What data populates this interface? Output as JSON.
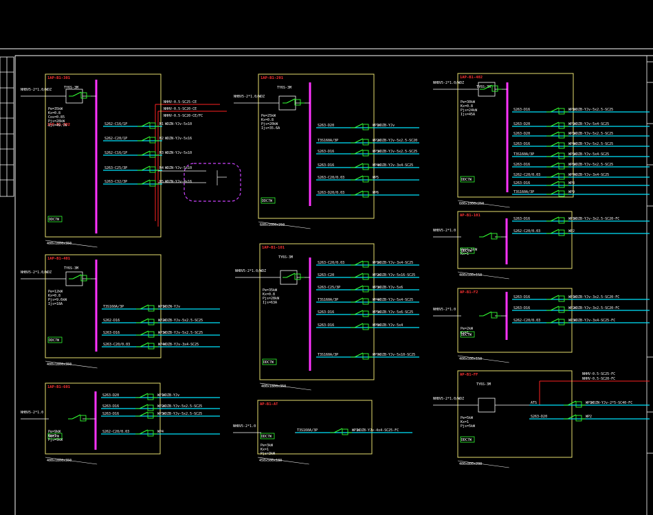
{
  "colors": {
    "background": "#000000",
    "frame": "#ffffff",
    "panel_border": "#e8e070",
    "busbar": "#ff33ff",
    "feeder": "#00e5ff",
    "breaker": "#33ff33",
    "text": "#ffffff",
    "panel_label": "#ff3333",
    "red_wire": "#ff2222",
    "dashed_loop": "#cc44ff"
  },
  "panels": [
    {
      "id": "p1",
      "label": "1AP-B1-301",
      "incoming_cable": "NHBV5-2*1.0/WDZ",
      "incoming_device": "TY6S-3M",
      "sub_label": "2AP-B1-302",
      "meter_label": "DDC7W",
      "notes": [
        "Pe=35kW",
        "Kx=0.8",
        "Cos=0.85",
        "Pjs=28kW",
        "Ijs=49.7A"
      ],
      "bottom_label": "400x1800x350",
      "feeders": [
        "S262-C16/1P",
        "S262-C20/1P",
        "S262-C16/1P",
        "S263-C25/3P",
        "S263-C32/3P"
      ],
      "cables": [
        "WDZN-YJv-5x10",
        "WDZN-YJv-5x16",
        "WDZN-YJv-5x10",
        "WDZN-YJv-5x10",
        "WDZN-YJv-4x16"
      ],
      "loads": [
        "N1",
        "N2",
        "N3",
        "N4",
        "N5"
      ]
    },
    {
      "id": "p2",
      "label": "1AP-B1-201",
      "incoming_cable": "NHBV5-2*1.0/WDZ",
      "incoming_device": "TY6S-3M",
      "meter_label": "DDC7W",
      "notes": [
        "Pe=25kW",
        "Kx=0.8",
        "Pjs=20kW",
        "Ijs=35.6A"
      ],
      "bottom_label": "600x1000x250",
      "feeders": [
        "S263-D20",
        "T3S160A/3P",
        "S263-D16",
        "S263-D16",
        "S263-C20/0.03",
        "S263-D20/0.03"
      ],
      "cables": [
        "WDZB-YJv",
        "WDZB-YJv-5x2.5-SC20",
        "WDZB-YJv-5x2.5-SC25",
        "WDZB-YJv-3x4-SC25",
        "",
        ""
      ],
      "loads": [
        "WP1",
        "WP2",
        "WP3",
        "WP4",
        "WP5",
        "WP6"
      ]
    },
    {
      "id": "p3",
      "label": "1AP-B1-101",
      "incoming_cable": "NHBV5-2*1.0/WDZ",
      "incoming_device": "TY6S-3M",
      "meter_label": "DDC7W",
      "notes": [
        "Pe=35kW",
        "Kx=0.8",
        "Pjs=28kW",
        "Ijs=63A"
      ],
      "bottom_label": "400x1800x350",
      "feeders": [
        "S263-C20/0.03",
        "S263-C20",
        "S263-C25/3P",
        "T3S160A/3P",
        "S263-D16",
        "S263-D16",
        "T3S160A/3P"
      ],
      "cables": [
        "WDZB-YJv-3x4-SC25",
        "WDZB-YJv-5x16-SC25",
        "WDZB-YJv-5x6",
        "WDZB-YJv-5x4-SC25",
        "WDZB-YJv-5x6-SC25",
        "WDZB-YJv-5x4",
        "WDZB-YJv-5x10-SC25"
      ],
      "loads": [
        "WP1",
        "WP2",
        "WP3",
        "WP4",
        "WP5",
        "WP6",
        "WP7"
      ]
    },
    {
      "id": "p4",
      "label": "1AP-B1-401",
      "incoming_cable": "NHBV5-2*1.0/WDZ",
      "incoming_device": "TY6S-3M",
      "meter_label": "DDC7W",
      "notes": [
        "Pe=12kW",
        "Kx=0.8",
        "Pjs=9.6kW",
        "Ijs=18A"
      ],
      "bottom_label": "400x1800x350",
      "feeders": [
        "T3S160A/3P",
        "S262-D16",
        "S263-D16",
        "S263-C20/0.03"
      ],
      "cables": [
        "WDZN-YJv",
        "WDZB-YJv-5x2.5-SC25",
        "WDZB-YJv-5x2.5-SC25",
        "WDZB-YJv-3x4-SC25"
      ],
      "loads": [
        "WP1",
        "WP2",
        "WP3",
        "WP4"
      ]
    },
    {
      "id": "p5",
      "label": "1AP-B1-402",
      "incoming_cable": "NHBV5-2*1.0/WDZ",
      "incoming_device": "TY6S-3M",
      "meter_label": "DDC7W",
      "notes": [
        "Pe=30kW",
        "Kx=0.8",
        "Pjs=24kW",
        "Ijs=45A"
      ],
      "bottom_label": "600x1000x250",
      "feeders": [
        "S263-D16",
        "S263-D20",
        "S263-D20",
        "S263-D16",
        "T3S160A/3P",
        "S263-D16",
        "S262-C20/0.03",
        "S263-D16",
        "T3S160A/3P"
      ],
      "cables": [
        "WDZB-YJv-5x2.5-SC25",
        "WDZB-YJv-5x4-SC25",
        "WDZB-YJv-5x2.5-SC25",
        "WDZB-YJv-5x2.5-SC25",
        "WDZB-YJv-5x4-SC25",
        "WDZB-YJv-5x2.5-SC25",
        "WDZB-YJv-3x4-SC25",
        "",
        ""
      ],
      "loads": [
        "WP1",
        "WP2",
        "WP3",
        "WP4",
        "WP5",
        "WP6",
        "WP7",
        "WP8",
        "WP9"
      ]
    },
    {
      "id": "p6",
      "label": "1AP-B1-601",
      "incoming_cable": "NHBV5-2*1.0",
      "meter_label": "DDC7W",
      "notes": [
        "Pe=9kW",
        "Kx=1",
        "Pjs=9kW"
      ],
      "bottom_label": "400x1800x350",
      "feeders": [
        "S263-D20",
        "S263-D16",
        "S263-D16",
        "S262-C20/0.03"
      ],
      "cables": [
        "WDZB-YJv",
        "WDZB-YJv-5x2.5-SC25",
        "WDZB-YJv-5x2.5-SC25",
        ""
      ],
      "loads": [
        "WP1",
        "WP2",
        "WP3",
        "WP4"
      ]
    },
    {
      "id": "p7",
      "label": "AP-B1-AT",
      "incoming_cable": "NHBV5-2*1.0",
      "meter_label": "DDC7W",
      "notes": [
        "Pe=3kW",
        "Kx=1",
        "Pjs=3kW"
      ],
      "bottom_label": "450x500x180",
      "feeders": [
        "T3S160A/3P"
      ],
      "cables": [
        "WDZB-YJv-4x4-SC25-FC"
      ],
      "loads": [
        "WP1"
      ]
    },
    {
      "id": "p8",
      "label": "AP-B1-101",
      "incoming_cable": "NHBV5-2*1.0",
      "meter_label": "DDC7W",
      "notes": [
        "Pe=1.5kW",
        "Kx=1"
      ],
      "bottom_label": "400x500x150",
      "feeders": [
        "S263-D16",
        "S262-C20/0.03"
      ],
      "cables": [
        "WDZB-YJv-3x2.5-SC20-FC",
        ""
      ],
      "loads": [
        "WP1",
        "WP2"
      ]
    },
    {
      "id": "p9",
      "label": "AP-B1-F2",
      "incoming_cable": "NHBV5-2*1.0",
      "meter_label": "DDC7W",
      "notes": [
        "Pe=2kW",
        "Kx=1"
      ],
      "bottom_label": "400x500x150",
      "feeders": [
        "S263-D16",
        "S263-D16",
        "S262-C20/0.03"
      ],
      "cables": [
        "WDZB-YJv-3x2.5-SC20-FC",
        "WDZB-YJv-3x2.5-SC20-FC",
        "WDZB-YJv-3x4-SC25-FC"
      ],
      "loads": [
        "WP1",
        "WP2",
        "WP3"
      ]
    },
    {
      "id": "p10",
      "label": "AP-B1-FF",
      "incoming_cable": "NHBV5-2*1.0/WDZ",
      "incoming_device": "TY6S-3M",
      "meter_label": "DDC7W",
      "notes": [
        "Pe=5kW",
        "Kx=1",
        "Pjs=5kW"
      ],
      "bottom_label": "400x800x200",
      "feeders": [
        "ATS",
        "S263-D20"
      ],
      "cables": [
        "WDZN-YJv-2*5-SC40-FC"
      ],
      "loads": [
        "WP1",
        "WP2"
      ]
    }
  ],
  "annotations": {
    "fire_cable_1": "NHHV-0.5-SC25-CE",
    "fire_cable_2": "NHHV-0.5-SC20-CE",
    "fire_cable_3": "NHHV-0.5-SC20-CE/FC",
    "fire_cable_4": "NHHV-0.5-SC25-FC",
    "fire_cable_5": "NHHV-0.5-SC20-FC"
  }
}
